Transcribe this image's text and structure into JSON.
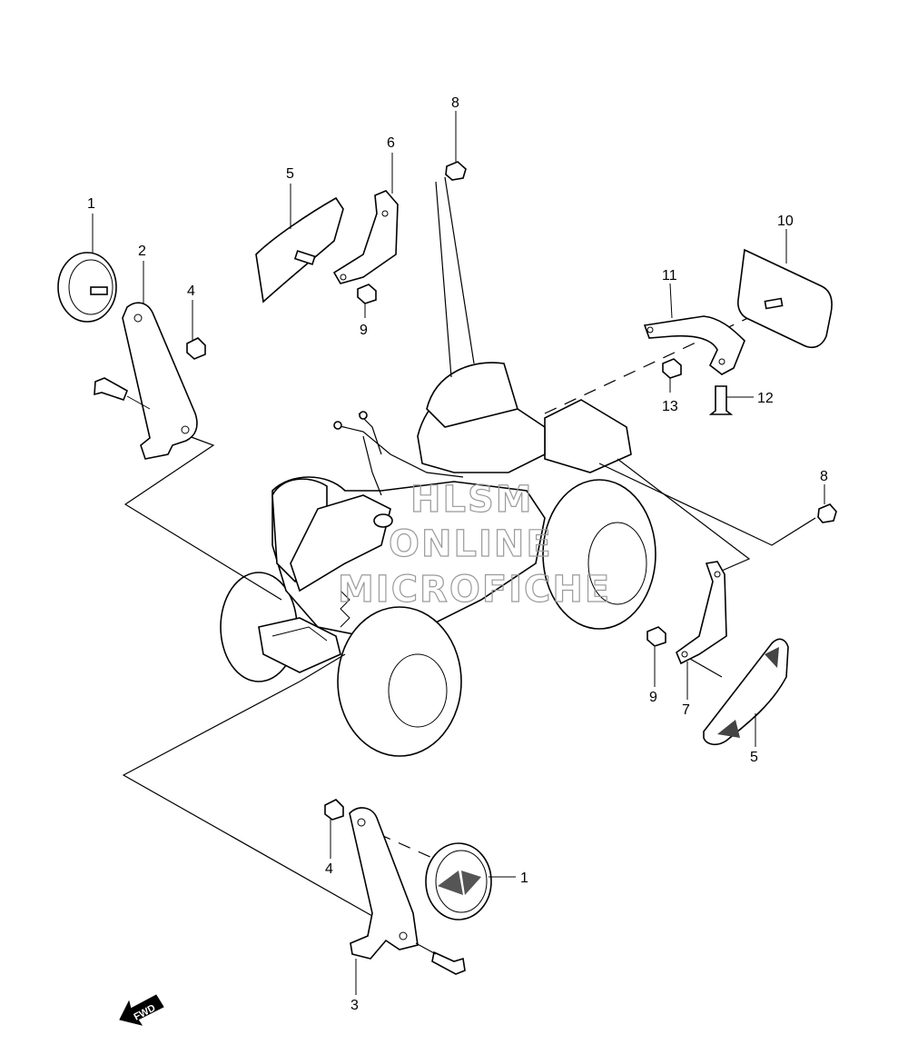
{
  "watermark": {
    "line1": "HLSM",
    "line2": "ONLINE",
    "line3": "MICROFICHE"
  },
  "fwd_label": "FWD",
  "callouts": [
    {
      "id": "c1-top",
      "label": "1"
    },
    {
      "id": "c2",
      "label": "2"
    },
    {
      "id": "c4-top",
      "label": "4"
    },
    {
      "id": "c5-top",
      "label": "5"
    },
    {
      "id": "c6",
      "label": "6"
    },
    {
      "id": "c8-top",
      "label": "8"
    },
    {
      "id": "c9-top",
      "label": "9"
    },
    {
      "id": "c10",
      "label": "10"
    },
    {
      "id": "c11",
      "label": "11"
    },
    {
      "id": "c12",
      "label": "12"
    },
    {
      "id": "c13",
      "label": "13"
    },
    {
      "id": "c8-right",
      "label": "8"
    },
    {
      "id": "c9-right",
      "label": "9"
    },
    {
      "id": "c7",
      "label": "7"
    },
    {
      "id": "c5-right",
      "label": "5"
    },
    {
      "id": "c4-bottom",
      "label": "4"
    },
    {
      "id": "c1-bottom",
      "label": "1"
    },
    {
      "id": "c3",
      "label": "3"
    }
  ]
}
